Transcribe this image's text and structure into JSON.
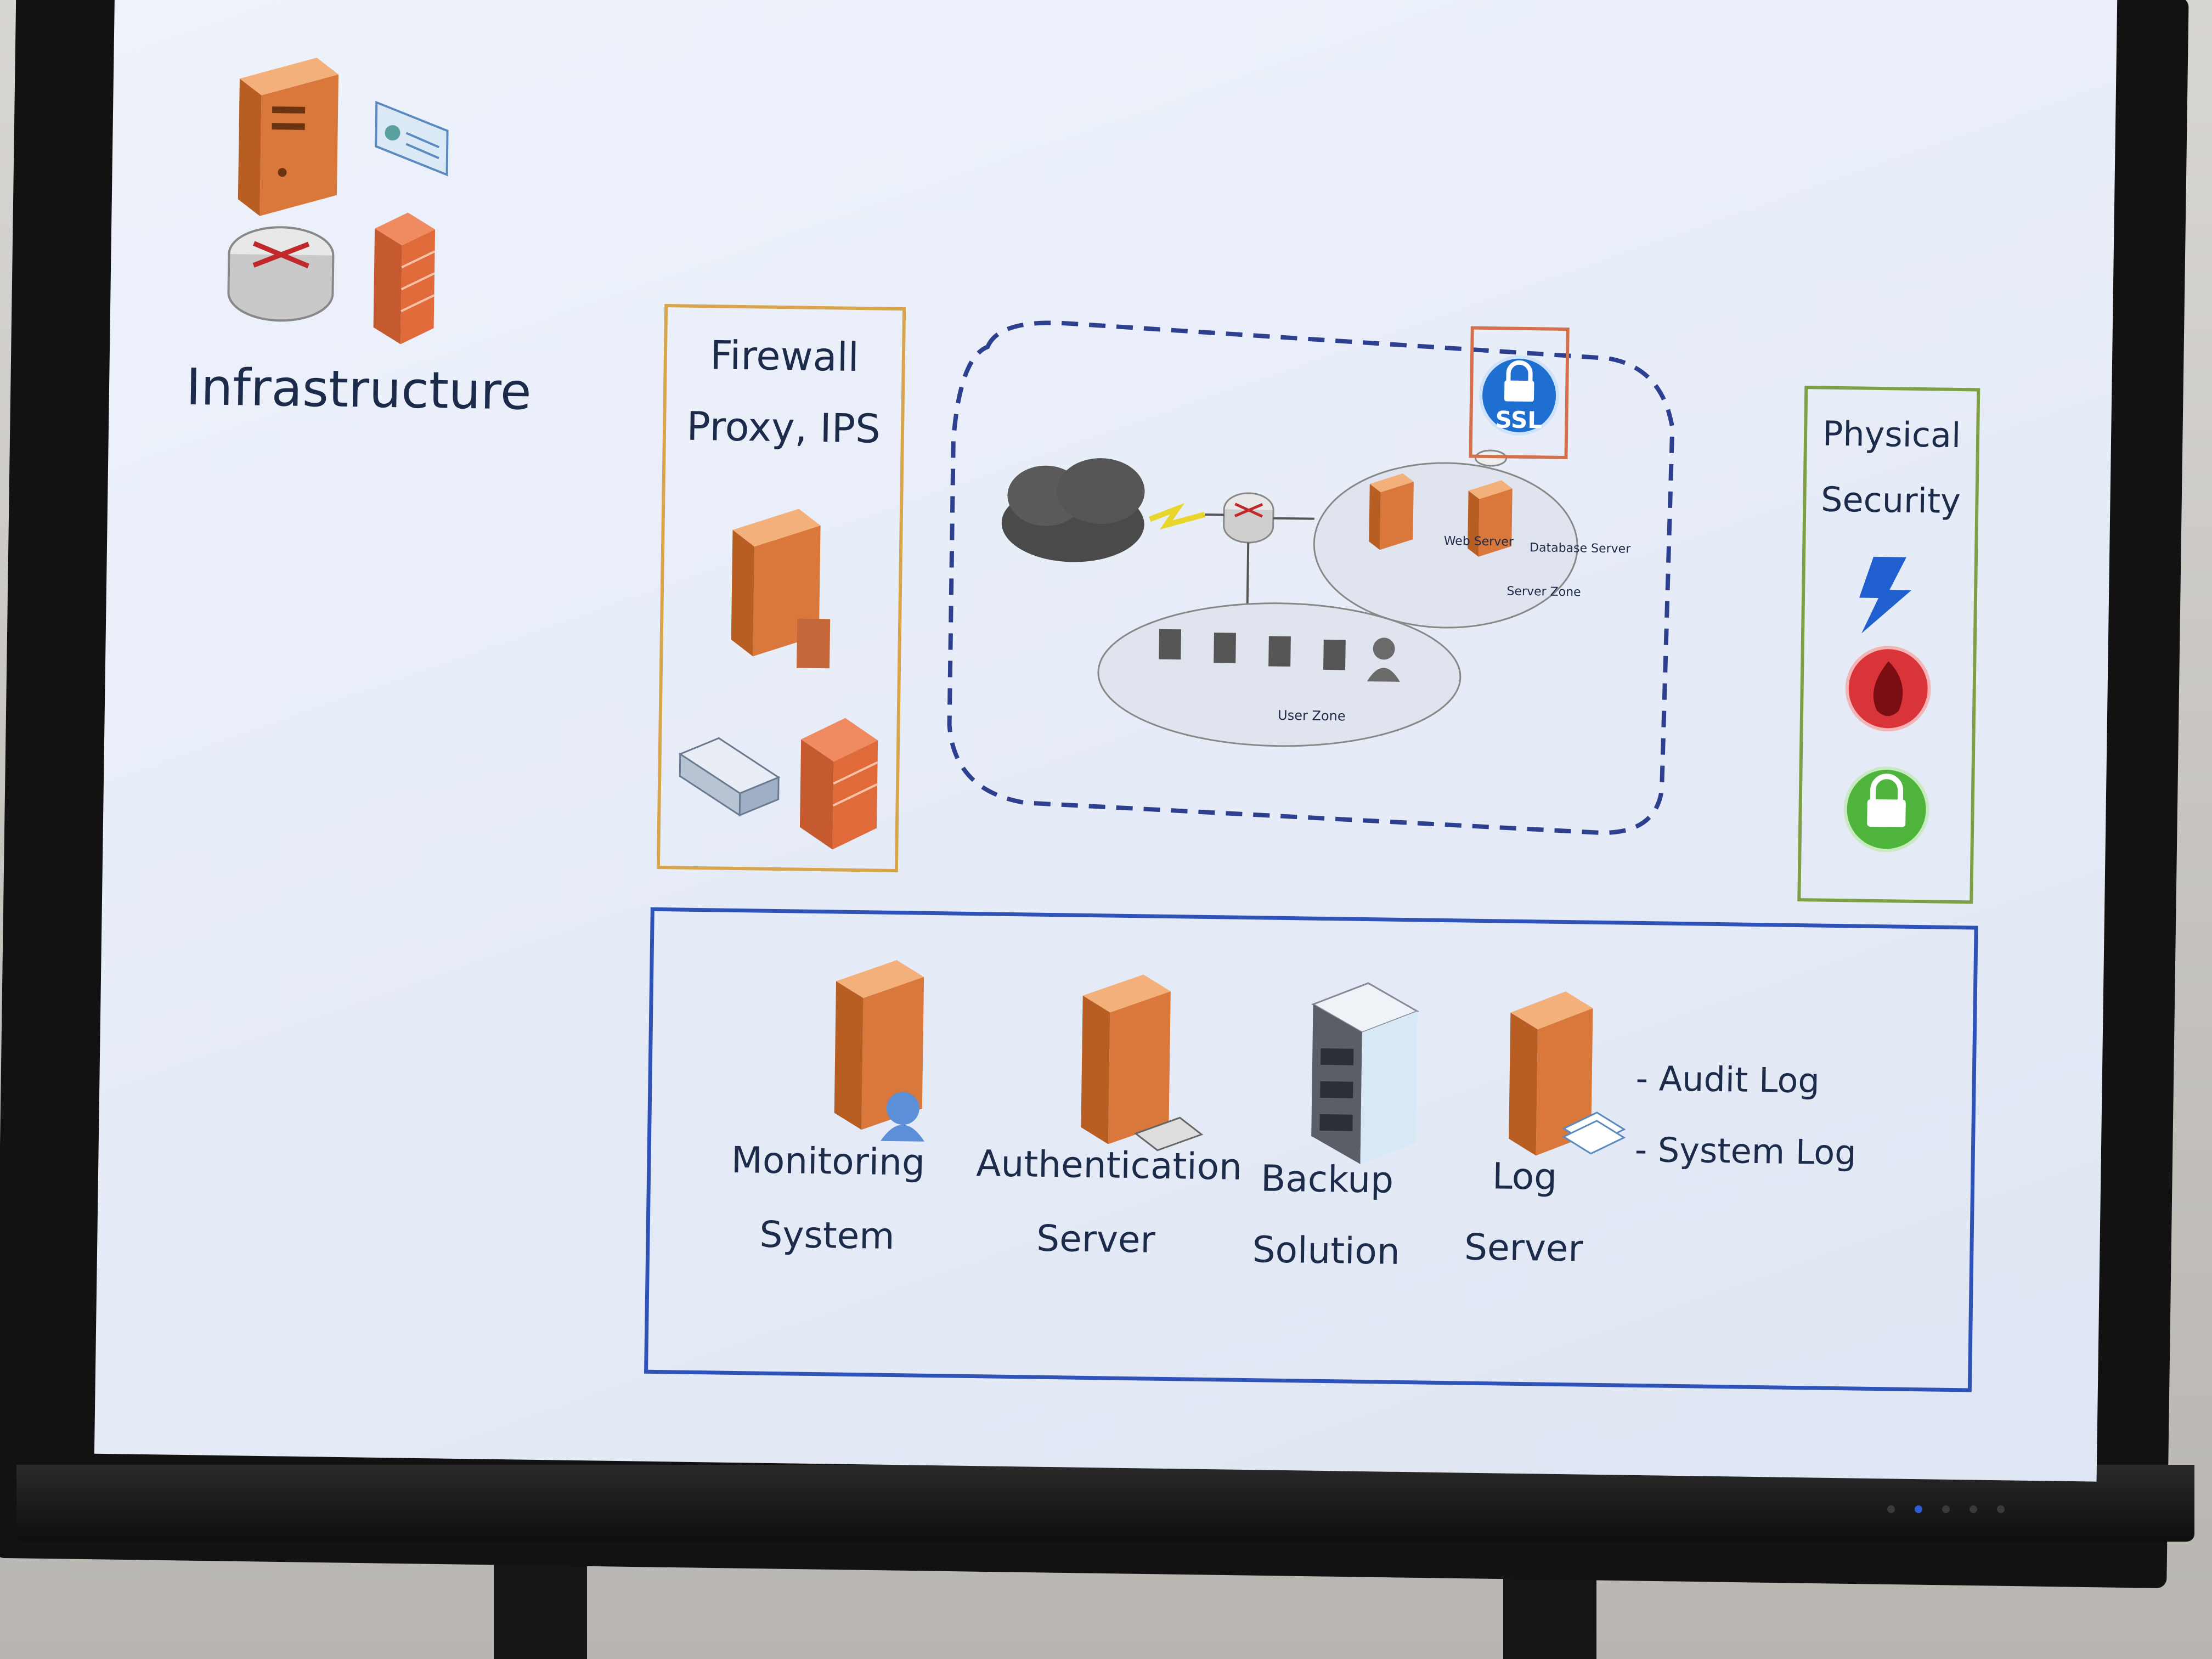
{
  "slide": {
    "infrastructure_label": "Infrastructure",
    "firewall_box": {
      "line1": "Firewall",
      "line2": "Proxy, IPS"
    },
    "network_diagram": {
      "ssl_badge": "SSL",
      "web_server_label": "Web Server",
      "database_server_label": "Database Server",
      "server_zone_label": "Server Zone",
      "user_zone_label": "User Zone"
    },
    "physical_security": {
      "line1": "Physical",
      "line2": "Security"
    },
    "components": [
      {
        "line1": "Monitoring",
        "line2": "System"
      },
      {
        "line1": "Authentication",
        "line2": "Server"
      },
      {
        "line1": "Backup",
        "line2": "Solution"
      },
      {
        "line1": "Log",
        "line2": "Server"
      }
    ],
    "log_types": [
      "- Audit Log",
      "- System Log"
    ]
  },
  "colors": {
    "firewall_border": "#d9a54a",
    "physical_border": "#7ea043",
    "components_border": "#2f52b8",
    "dashed_boundary": "#2d3f8f",
    "server_orange": "#d9783a",
    "ssl_blue": "#1f6fd0"
  }
}
